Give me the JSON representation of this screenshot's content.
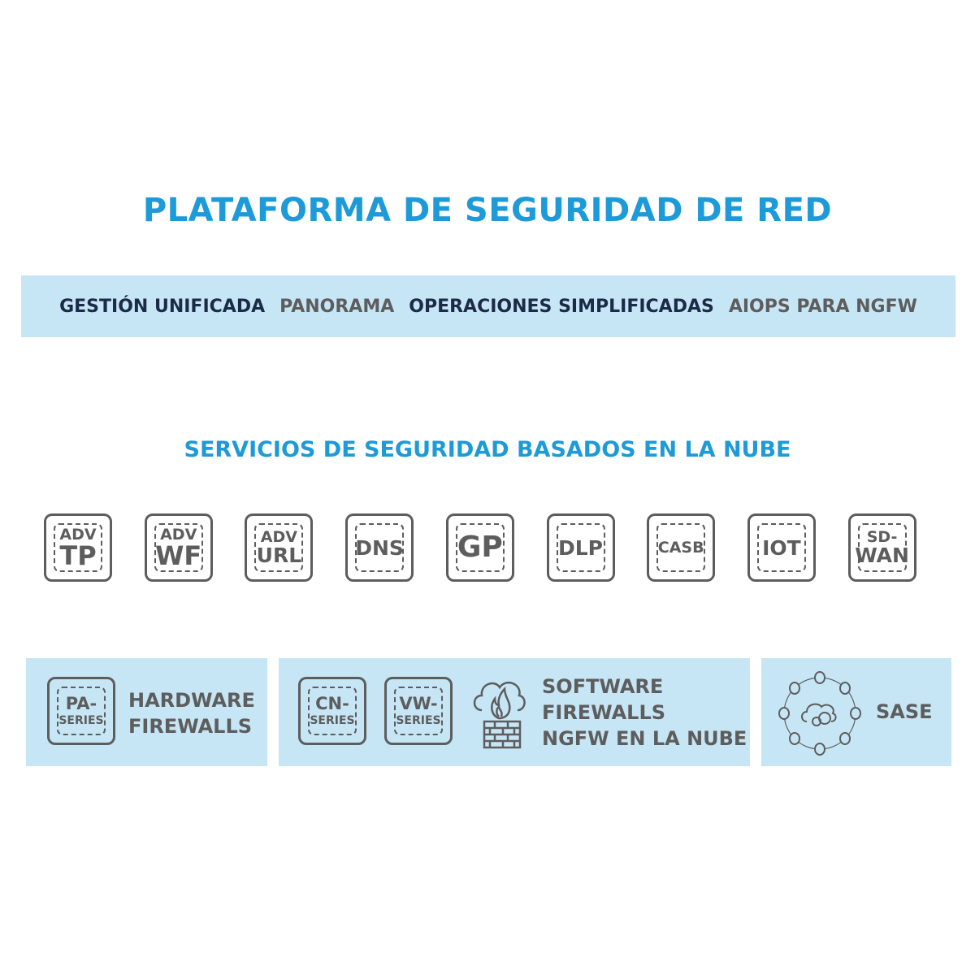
{
  "title": "PLATAFORMA DE SEGURIDAD DE RED",
  "management_band": {
    "items": [
      {
        "label": "GESTIÓN UNIFICADA",
        "style": "dark"
      },
      {
        "label": "PANORAMA",
        "style": "gray"
      },
      {
        "label": "OPERACIONES SIMPLIFICADAS",
        "style": "dark"
      },
      {
        "label": "AIOPS PARA NGFW",
        "style": "gray"
      }
    ]
  },
  "services_title": "SERVICIOS DE SEGURIDAD BASADOS EN LA NUBE",
  "services": [
    {
      "top": "ADV",
      "main": "TP"
    },
    {
      "top": "ADV",
      "main": "WF"
    },
    {
      "top": "ADV",
      "main": "URL"
    },
    {
      "top": "",
      "main": "DNS"
    },
    {
      "top": "",
      "main": "GP"
    },
    {
      "top": "",
      "main": "DLP"
    },
    {
      "top": "",
      "main": "CASB"
    },
    {
      "top": "",
      "main": "IOT"
    },
    {
      "top": "SD-",
      "main": "WAN"
    }
  ],
  "hardware": {
    "tile_top": "PA-",
    "tile_bottom": "SERIES",
    "line1": "HARDWARE",
    "line2": "FIREWALLS"
  },
  "software": {
    "tiles": [
      {
        "top": "CN-",
        "bottom": "SERIES"
      },
      {
        "top": "VW-",
        "bottom": "SERIES"
      }
    ],
    "line1": "SOFTWARE",
    "line2": "FIREWALLS",
    "line3": "NGFW EN LA NUBE"
  },
  "sase": {
    "label": "SASE"
  },
  "colors": {
    "accent": "#1d9ad8",
    "band": "#c7e6f5",
    "navy": "#1b2a47",
    "gray": "#5d5d5d"
  }
}
